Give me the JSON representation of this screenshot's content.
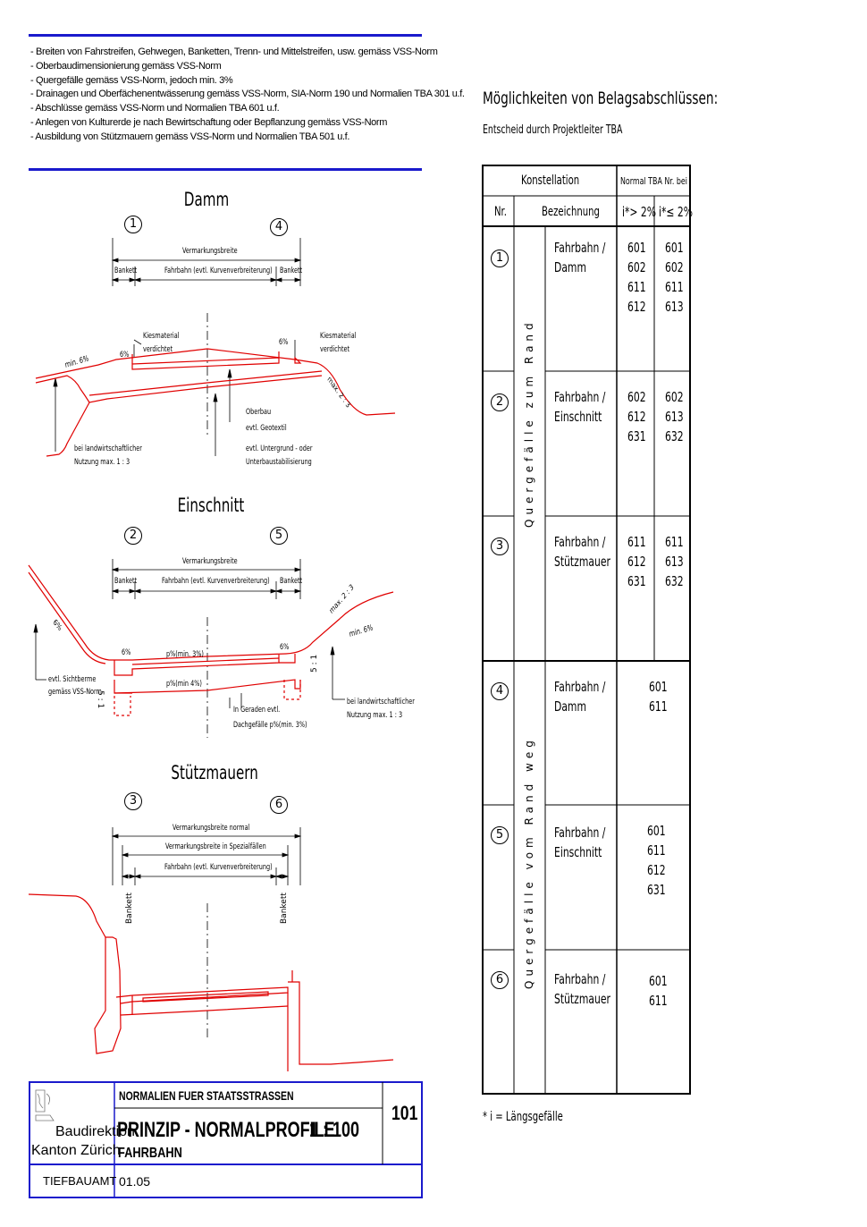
{
  "notes": [
    "- Breiten von Fahrstreifen, Gehwegen, Banketten, Trenn- und Mittelstreifen, usw. gemäss VSS-Norm",
    "- Oberbaudimensionierung gemäss VSS-Norm",
    "- Quergefälle gemäss VSS-Norm, jedoch min. 3%",
    "- Drainagen und Oberfächenentwässerung gemäss VSS-Norm, SIA-Norm 190 und Normalien TBA 301 u.f.",
    "- Abschlüsse gemäss VSS-Norm und Normalien TBA 601 u.f.",
    "- Anlegen von Kulturerde je nach Bewirtschaftung oder Bepflanzung gemäss VSS-Norm",
    "- Ausbildung von Stützmauern gemäss VSS-Norm und Normalien TBA 501 u.f."
  ],
  "damm": {
    "title": "Damm",
    "num_left": "1",
    "num_right": "4",
    "vermarkungsbreite": "Vermarkungsbreite",
    "bankett_l": "Bankett",
    "fahrbahn": "Fahrbahn (evtl. Kurvenverbreiterung)",
    "bankett_r": "Bankett",
    "kies_l1": "Kiesmaterial",
    "kies_l2": "verdichtet",
    "kies_r1": "Kiesmaterial",
    "kies_r2": "verdichtet",
    "pct_l": "6%",
    "pct_r": "6%",
    "min6": "min. 6%",
    "max23": "max. 2 : 3",
    "oberbau": "Oberbau",
    "geotextil": "evtl. Geotextil",
    "untergrund1": "evtl. Untergrund - oder",
    "untergrund2": "Unterbaustabilisierung",
    "nutzung1": "bei landwirtschaftlicher",
    "nutzung2": "Nutzung max. 1 : 3"
  },
  "einschnitt": {
    "title": "Einschnitt",
    "num_left": "2",
    "num_right": "5",
    "vermarkungsbreite": "Vermarkungsbreite",
    "bankett_l": "Bankett",
    "fahrbahn": "Fahrbahn (evtl. Kurvenverbreiterung)",
    "bankett_r": "Bankett",
    "max23": "max. 2 : 3",
    "min6": "min. 6%",
    "pct_outer": "6%",
    "pct_l": "6%",
    "pct_r": "6%",
    "p3": "p%(min. 3%)",
    "p4": "p%(min 4%)",
    "ratio_l": "5 : 1",
    "ratio_r": "5 : 1",
    "sicht1": "evtl. Sichtberme",
    "sicht2": "gemäss VSS-Norm",
    "geraden1": "In Geraden evtl.",
    "geraden2": "Dachgefälle p%(min.  3%)",
    "nutzung1": "bei landwirtschaftlicher",
    "nutzung2": "Nutzung max. 1 : 3"
  },
  "stuetz": {
    "title": "Stützmauern",
    "num_left": "3",
    "num_right": "6",
    "verm_normal": "Vermarkungsbreite normal",
    "verm_spezial": "Vermarkungsbreite in Spezialfällen",
    "fahrbahn": "Fahrbahn (evtl. Kurvenverbreiterung)",
    "bankett_l": "Bankett",
    "bankett_r": "Bankett"
  },
  "right": {
    "heading": "Möglichkeiten von Belagsabschlüssen:",
    "subheading": "Entscheid durch Projektleiter TBA",
    "col_konstellation": "Konstellation",
    "col_normal": "Normal TBA Nr. bei",
    "col_nr": "Nr.",
    "col_bez": "Bezeichnung",
    "col_gt": "i*> 2%",
    "col_le": "i*≤ 2%",
    "group1": "Quergefälle zum Rand",
    "group2": "Quergefälle vom Rand weg",
    "rows": [
      {
        "nr": "1",
        "bez": "Fahrbahn /\nDamm",
        "gt": "601\n602\n611\n612",
        "le": "601\n602\n611\n613",
        "merged": ""
      },
      {
        "nr": "2",
        "bez": "Fahrbahn /\nEinschnitt",
        "gt": "602\n612\n631",
        "le": "602\n613\n632",
        "merged": ""
      },
      {
        "nr": "3",
        "bez": "Fahrbahn /\nStützmauer",
        "gt": "611\n612\n631",
        "le": "611\n613\n632",
        "merged": ""
      },
      {
        "nr": "4",
        "bez": "Fahrbahn /\nDamm",
        "gt": "",
        "le": "",
        "merged": "601\n611"
      },
      {
        "nr": "5",
        "bez": "Fahrbahn /\nEinschnitt",
        "gt": "",
        "le": "",
        "merged": "601\n611\n612\n631"
      },
      {
        "nr": "6",
        "bez": "Fahrbahn /\nStützmauer",
        "gt": "",
        "le": "",
        "merged": "601\n611"
      }
    ],
    "footnote": "* i = Längsgefälle"
  },
  "titleblock": {
    "org1": "Baudirektion",
    "org2": "Kanton Zürich",
    "dept": "TIEFBAUAMT",
    "series": "NORMALIEN FUER STAATSSTRASSEN",
    "title": "PRINZIP - NORMALPROFILE",
    "scale": "1 : 100",
    "subtitle": "FAHRBAHN",
    "date": "01.05",
    "number": "101"
  },
  "colors": {
    "blue": "#1a1acc",
    "red": "#e00000"
  }
}
